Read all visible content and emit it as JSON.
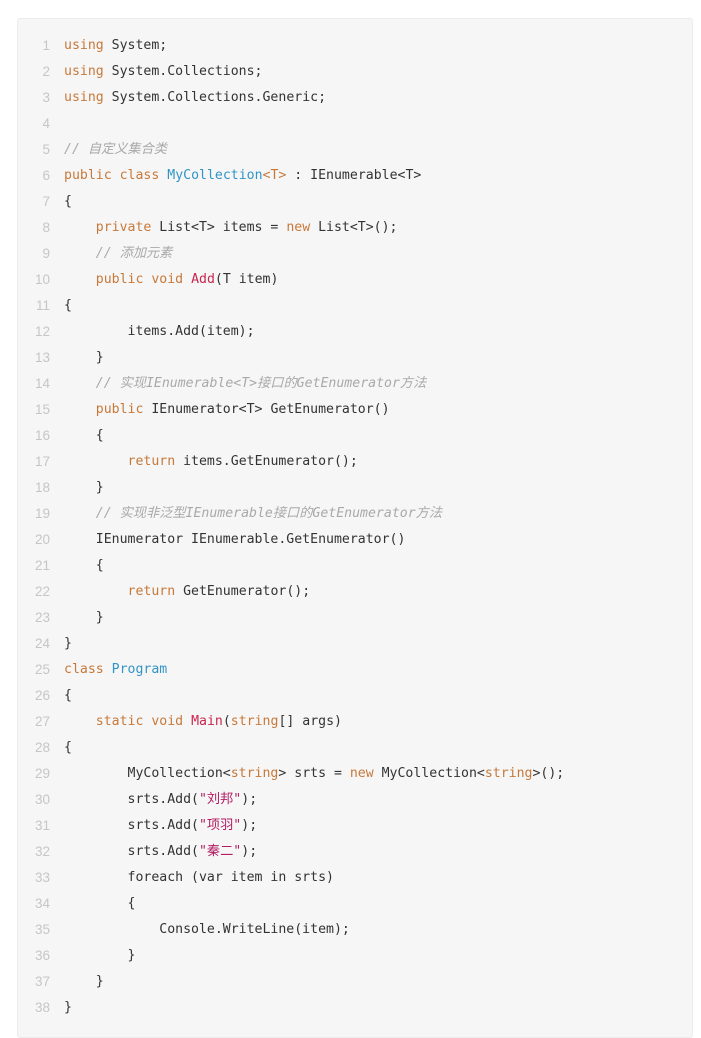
{
  "colors": {
    "background": "#f6f6f6",
    "keyword": "#c7793a",
    "class_name": "#3294c6",
    "method_name": "#c9254e",
    "string": "#b21d63",
    "comment": "#a9a9a9",
    "plain": "#333333",
    "line_number": "#c6c6c6"
  },
  "code": {
    "lines": [
      [
        [
          "kw",
          "using"
        ],
        [
          "pl",
          " System;"
        ]
      ],
      [
        [
          "kw",
          "using"
        ],
        [
          "pl",
          " System.Collections;"
        ]
      ],
      [
        [
          "kw",
          "using"
        ],
        [
          "pl",
          " System.Collections.Generic;"
        ]
      ],
      [],
      [
        [
          "com",
          "// 自定义集合类"
        ]
      ],
      [
        [
          "kw",
          "public"
        ],
        [
          "pl",
          " "
        ],
        [
          "kw",
          "class"
        ],
        [
          "pl",
          " "
        ],
        [
          "cls",
          "MyCollection"
        ],
        [
          "kw",
          "<T>"
        ],
        [
          "pl",
          " : IEnumerable<T>"
        ]
      ],
      [
        [
          "pl",
          "{"
        ]
      ],
      [
        [
          "pl",
          "    "
        ],
        [
          "kw",
          "private"
        ],
        [
          "pl",
          " List<T> items = "
        ],
        [
          "kw",
          "new"
        ],
        [
          "pl",
          " List<T>();"
        ]
      ],
      [
        [
          "pl",
          "    "
        ],
        [
          "com",
          "// 添加元素"
        ]
      ],
      [
        [
          "pl",
          "    "
        ],
        [
          "kw",
          "public"
        ],
        [
          "pl",
          " "
        ],
        [
          "kw",
          "void"
        ],
        [
          "pl",
          " "
        ],
        [
          "fn",
          "Add"
        ],
        [
          "pl",
          "(T item)"
        ]
      ],
      [
        [
          "pl",
          "{"
        ]
      ],
      [
        [
          "pl",
          "        items.Add(item);"
        ]
      ],
      [
        [
          "pl",
          "    }"
        ]
      ],
      [
        [
          "pl",
          "    "
        ],
        [
          "com",
          "// 实现IEnumerable<T>接口的GetEnumerator方法"
        ]
      ],
      [
        [
          "pl",
          "    "
        ],
        [
          "kw",
          "public"
        ],
        [
          "pl",
          " IEnumerator<T> GetEnumerator()"
        ]
      ],
      [
        [
          "pl",
          "    {"
        ]
      ],
      [
        [
          "pl",
          "        "
        ],
        [
          "kw",
          "return"
        ],
        [
          "pl",
          " items.GetEnumerator();"
        ]
      ],
      [
        [
          "pl",
          "    }"
        ]
      ],
      [
        [
          "pl",
          "    "
        ],
        [
          "com",
          "// 实现非泛型IEnumerable接口的GetEnumerator方法"
        ]
      ],
      [
        [
          "pl",
          "    IEnumerator IEnumerable.GetEnumerator()"
        ]
      ],
      [
        [
          "pl",
          "    {"
        ]
      ],
      [
        [
          "pl",
          "        "
        ],
        [
          "kw",
          "return"
        ],
        [
          "pl",
          " GetEnumerator();"
        ]
      ],
      [
        [
          "pl",
          "    }"
        ]
      ],
      [
        [
          "pl",
          "}"
        ]
      ],
      [
        [
          "kw",
          "class"
        ],
        [
          "pl",
          " "
        ],
        [
          "cls",
          "Program"
        ]
      ],
      [
        [
          "pl",
          "{"
        ]
      ],
      [
        [
          "pl",
          "    "
        ],
        [
          "kw",
          "static"
        ],
        [
          "pl",
          " "
        ],
        [
          "kw",
          "void"
        ],
        [
          "pl",
          " "
        ],
        [
          "fn",
          "Main"
        ],
        [
          "pl",
          "("
        ],
        [
          "kw",
          "string"
        ],
        [
          "pl",
          "[] args)"
        ]
      ],
      [
        [
          "pl",
          "{"
        ]
      ],
      [
        [
          "pl",
          "        MyCollection<"
        ],
        [
          "kw",
          "string"
        ],
        [
          "pl",
          "> srts = "
        ],
        [
          "kw",
          "new"
        ],
        [
          "pl",
          " MyCollection<"
        ],
        [
          "kw",
          "string"
        ],
        [
          "pl",
          ">();"
        ]
      ],
      [
        [
          "pl",
          "        srts.Add("
        ],
        [
          "str",
          "\"刘邦\""
        ],
        [
          "pl",
          ");"
        ]
      ],
      [
        [
          "pl",
          "        srts.Add("
        ],
        [
          "str",
          "\"项羽\""
        ],
        [
          "pl",
          ");"
        ]
      ],
      [
        [
          "pl",
          "        srts.Add("
        ],
        [
          "str",
          "\"秦二\""
        ],
        [
          "pl",
          ");"
        ]
      ],
      [
        [
          "pl",
          "        foreach (var item in srts)"
        ]
      ],
      [
        [
          "pl",
          "        {"
        ]
      ],
      [
        [
          "pl",
          "            Console.WriteLine(item);"
        ]
      ],
      [
        [
          "pl",
          "        }"
        ]
      ],
      [
        [
          "pl",
          "    }"
        ]
      ],
      [
        [
          "pl",
          "}"
        ]
      ]
    ]
  }
}
